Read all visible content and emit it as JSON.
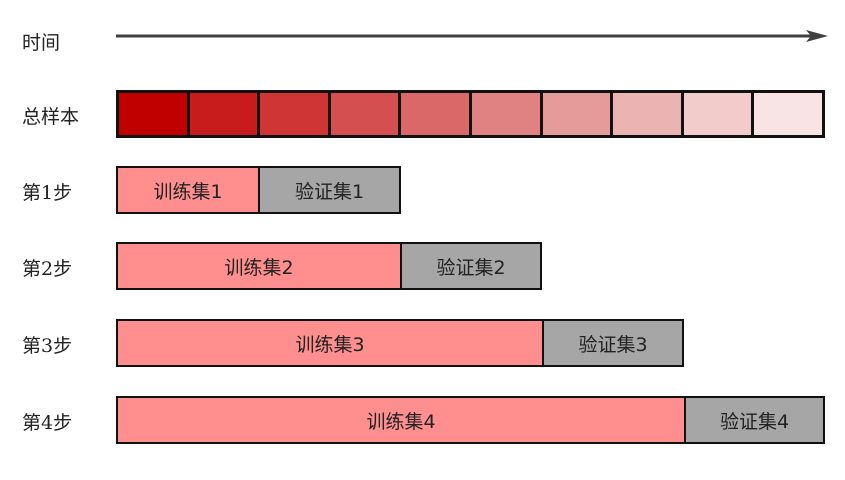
{
  "labels": {
    "time": "时间",
    "total": "总样本",
    "steps": [
      "第1步",
      "第2步",
      "第3步",
      "第4步"
    ]
  },
  "sample_colors": [
    "#c00000",
    "#c81c1c",
    "#cf3535",
    "#d45050",
    "#da6868",
    "#e08282",
    "#e69b9b",
    "#ecb3b3",
    "#f2cbcb",
    "#f8e4e4"
  ],
  "colors": {
    "train": "#ff8f8f",
    "validation": "#a6a6a6",
    "border": "#111111",
    "arrow": "#404040"
  },
  "steps": [
    {
      "train": "训练集1",
      "validation": "验证集1",
      "train_cells": 2,
      "val_cells": 2
    },
    {
      "train": "训练集2",
      "validation": "验证集2",
      "train_cells": 4,
      "val_cells": 2
    },
    {
      "train": "训练集3",
      "validation": "验证集3",
      "train_cells": 6,
      "val_cells": 2
    },
    {
      "train": "训练集4",
      "validation": "验证集4",
      "train_cells": 8,
      "val_cells": 2
    }
  ]
}
